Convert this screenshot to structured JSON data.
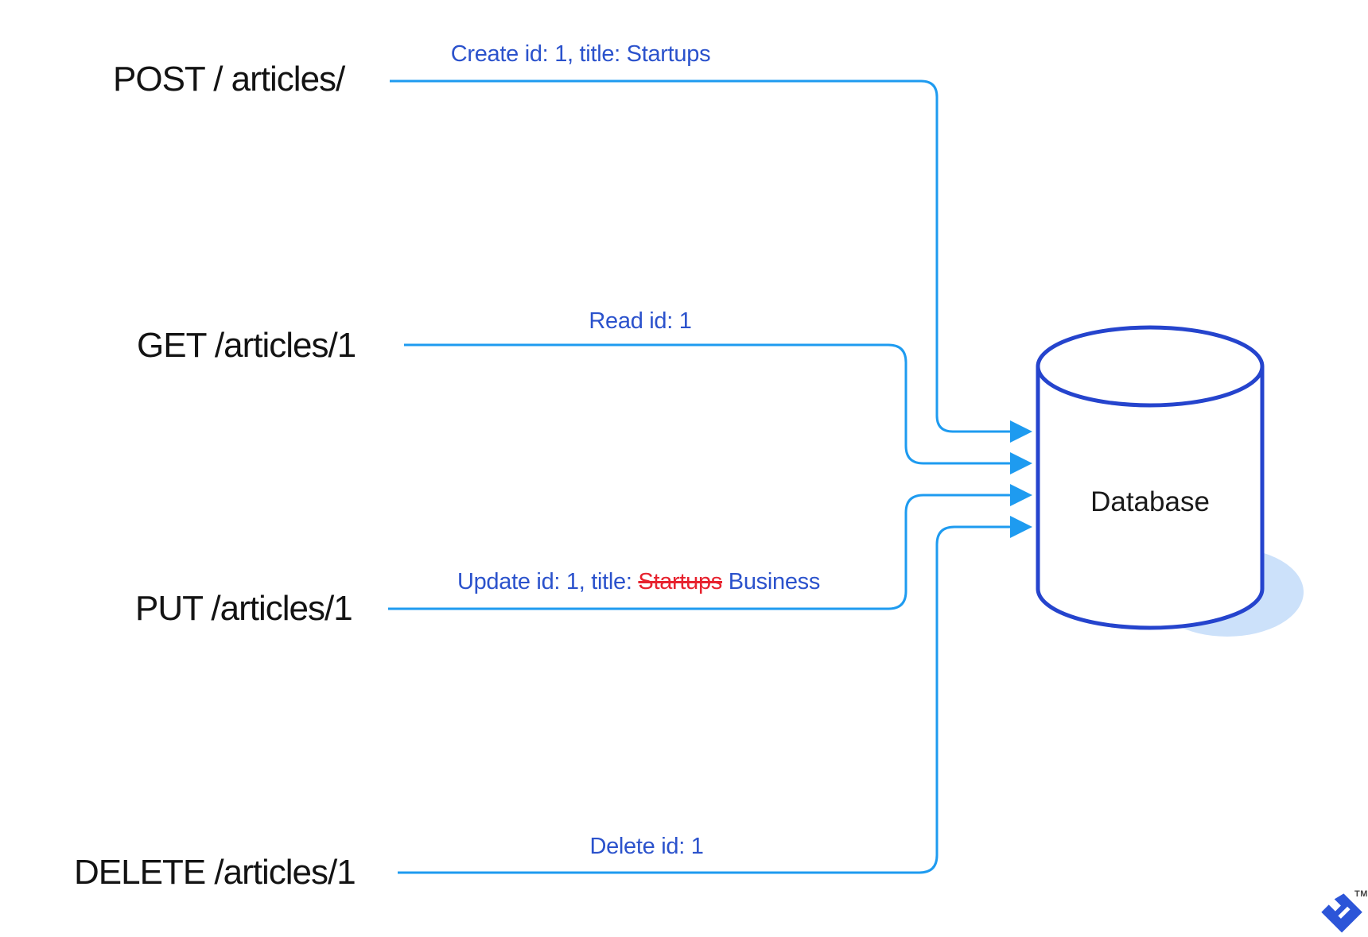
{
  "diagram": {
    "rows": [
      {
        "method": "POST / articles/",
        "annotation": "Create id: 1, title: Startups"
      },
      {
        "method": "GET /articles/1",
        "annotation": "Read id: 1"
      },
      {
        "method": "PUT /articles/1",
        "annotation_prefix": "Update id: 1, title: ",
        "annotation_struck": "Startups",
        "annotation_suffix": " Business"
      },
      {
        "method": "DELETE /articles/1",
        "annotation": "Delete id: 1"
      }
    ],
    "database": {
      "label": "Database"
    },
    "logo": {
      "trademark": "TM"
    },
    "colors": {
      "connector_line": "#1e9bf0",
      "annotation_text": "#2b52cc",
      "strike_text": "#e7222e",
      "cylinder_stroke": "#2544cd",
      "cylinder_shadow": "#cce1fa",
      "method_text": "#131313",
      "logo_blue": "#2c55d8"
    }
  }
}
